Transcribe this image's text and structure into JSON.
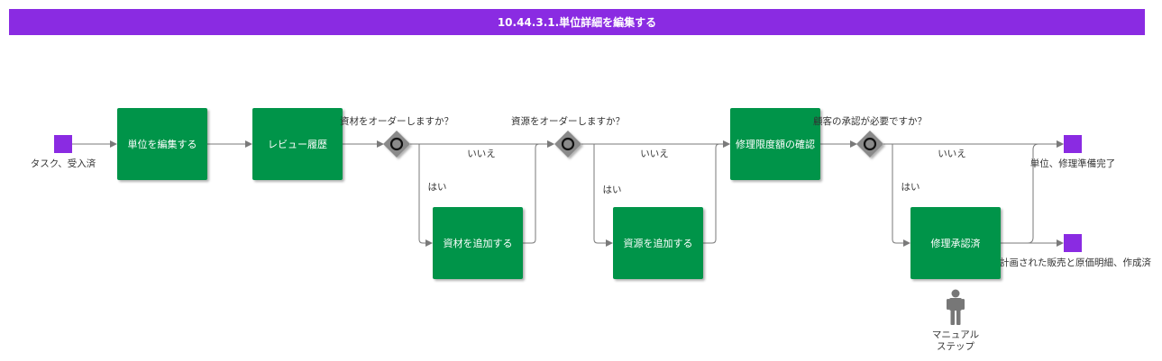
{
  "title": "10.44.3.1.単位詳細を編集する",
  "colors": {
    "header": "#8a2be2",
    "task": "#00944a",
    "event": "#8a2be2",
    "gateway": "#8a8a8a",
    "arrow": "#7a7a7a"
  },
  "start_event": {
    "label": "タスク、受入済"
  },
  "tasks": {
    "edit_unit": "単位を編集する",
    "review_history": "レビュー履歴",
    "add_materials": "資材を追加する",
    "add_resources": "資源を追加する",
    "confirm_repair_limit": "修理限度額の確認",
    "repair_approved": "修理承認済"
  },
  "gateways": {
    "order_materials": "資材をオーダーしますか？",
    "order_resources": "資源をオーダーしますか？",
    "customer_approval": "顧客の承認が必要ですか？"
  },
  "branch_labels": {
    "no_1": "いいえ",
    "yes_1": "はい",
    "no_2": "いいえ",
    "yes_2": "はい",
    "no_3": "いいえ",
    "yes_3": "はい"
  },
  "end_events": {
    "unit_ready": "単位、修理準備完了",
    "quote_created": "計画された販売と原価明細、作成済"
  },
  "manual_step": {
    "line1": "マニュアル",
    "line2": "ステップ"
  }
}
